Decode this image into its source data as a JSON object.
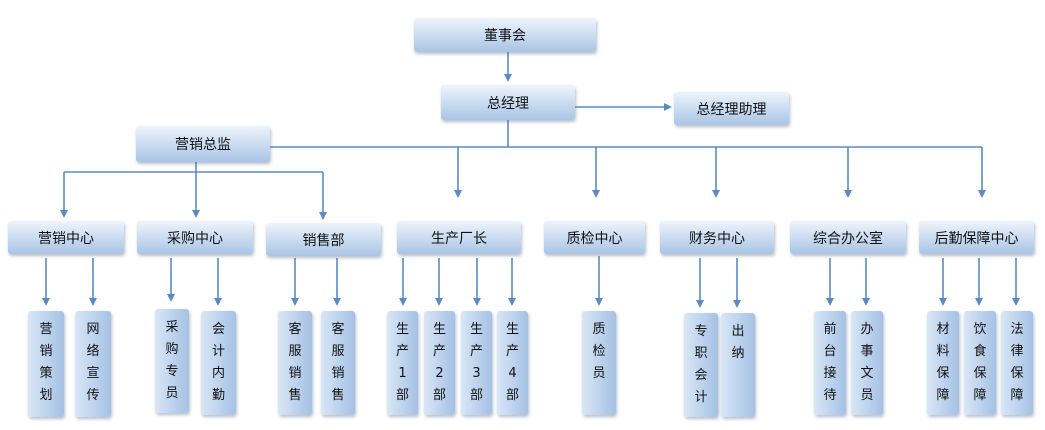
{
  "top": {
    "board": "董事会",
    "gm": "总经理",
    "gm_assistant": "总经理助理",
    "marketing_director": "营销总监"
  },
  "departments": [
    "营销中心",
    "采购中心",
    "销售部",
    "生产厂长",
    "质检中心",
    "财务中心",
    "综合办公室",
    "后勤保障中心"
  ],
  "positions": {
    "marketing_center": [
      "营销策划",
      "网络宣传"
    ],
    "purchasing_center": [
      "采购专员",
      "会计内勤"
    ],
    "sales_dept": [
      "客服销售",
      "客服销售"
    ],
    "production_head": [
      "生产1部",
      "生产2部",
      "生产3部",
      "生产4部"
    ],
    "qc_center": [
      "质检员"
    ],
    "finance_center": [
      "专职会计",
      "出纳"
    ],
    "general_office": [
      "前台接待",
      "办事文员"
    ],
    "logistics_center": [
      "材料保障",
      "饮食保障",
      "法律保障"
    ]
  },
  "colors": {
    "line": "#5b8bc4",
    "box_top": "#eef4fb",
    "box_bottom": "#aac4e4"
  }
}
